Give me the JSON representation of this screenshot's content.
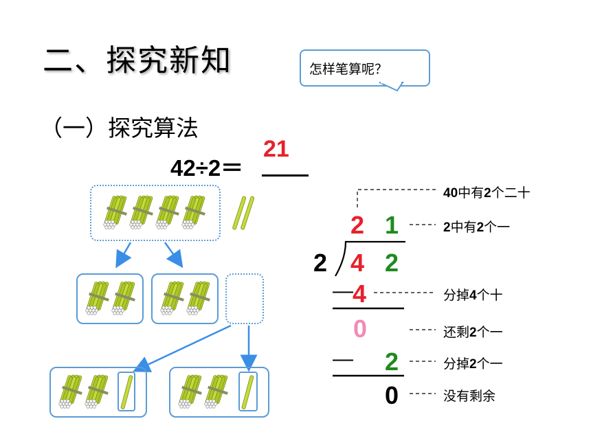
{
  "heading": "二、探究新知",
  "bubble_text": "怎样笔算呢？",
  "subheading": "（一）探究算法",
  "equation": {
    "expression": "42÷2＝",
    "result": "21"
  },
  "long_division": {
    "divisor": "2",
    "quotient_tens": "2",
    "quotient_ones": "1",
    "dividend_tens": "4",
    "dividend_ones": "2",
    "minus_sign_1": "—",
    "subtract_1": "4",
    "remainder_1": "0",
    "minus_sign_2": "—",
    "subtract_2": "2",
    "final_remainder": "0"
  },
  "notes": {
    "quotient_tens_note_num": "40",
    "quotient_tens_note_text": "中有",
    "quotient_tens_note_num2": "2",
    "quotient_tens_note_text2": "个二十",
    "quotient_ones_note_num": "2",
    "quotient_ones_note_text": "中有",
    "quotient_ones_note_num2": "2",
    "quotient_ones_note_text2": "个一",
    "subtract1_note_text": "分掉",
    "subtract1_note_num": "4",
    "subtract1_note_text2": "个十",
    "remain_note_text": "还剩",
    "remain_note_num": "2",
    "remain_note_text2": "个一",
    "subtract2_note_text": "分掉",
    "subtract2_note_num": "2",
    "subtract2_note_text2": "个一",
    "final_note": "没有剩余"
  },
  "colors": {
    "red": "#e8202a",
    "green": "#1e8a1e",
    "pink": "#f08cb4",
    "blue_border": "#5b9bd5",
    "arrow_blue": "#3a8ee6",
    "stick_yellow": "#b8d432"
  },
  "icons": [
    "bundle-of-ten-sticks-icon",
    "single-stick-icon"
  ]
}
